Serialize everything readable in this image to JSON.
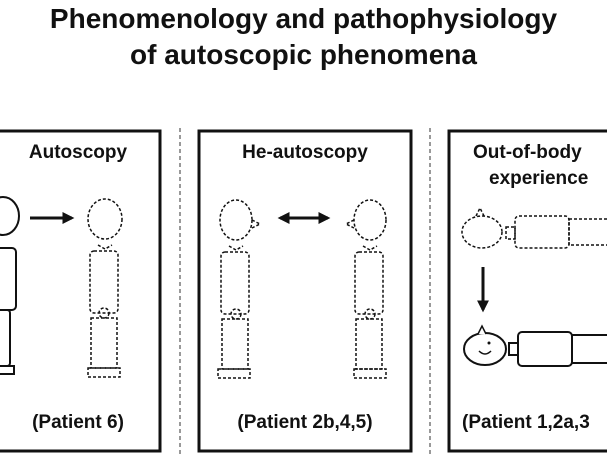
{
  "title": {
    "line1": "Phenomenology and pathophysiology",
    "line2": "of autoscopic phenomena"
  },
  "panels": [
    {
      "heading": "Autoscopy",
      "patients": "(Patient 6)"
    },
    {
      "heading": "He-autoscopy",
      "patients": "(Patient 2b,4,5)"
    },
    {
      "heading_line1": "Out-of-body",
      "heading_line2": "experience",
      "patients": "(Patient 1,2a,3"
    }
  ]
}
